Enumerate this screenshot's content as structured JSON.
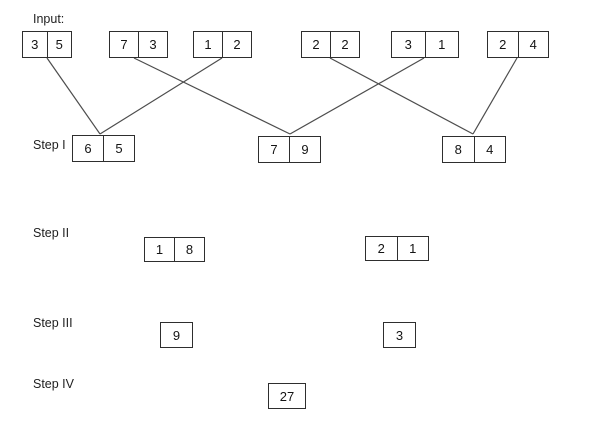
{
  "labels": {
    "input": "Input:",
    "step1": "Step I",
    "step2": "Step II",
    "step3": "Step III",
    "step4": "Step IV"
  },
  "rows": {
    "input": [
      [
        "3",
        "5"
      ],
      [
        "7",
        "3"
      ],
      [
        "1",
        "2"
      ],
      [
        "2",
        "2"
      ],
      [
        "3",
        "1"
      ],
      [
        "2",
        "4"
      ]
    ],
    "step1": [
      [
        "6",
        "5"
      ],
      [
        "7",
        "9"
      ],
      [
        "8",
        "4"
      ]
    ],
    "step2": [
      [
        "1",
        "8"
      ],
      [
        "2",
        "1"
      ]
    ],
    "step3": [
      [
        "9"
      ],
      [
        "3"
      ]
    ],
    "step4": [
      [
        "27"
      ]
    ]
  },
  "connections": [
    {
      "from": "input-box-1",
      "to": "step1-box-1"
    },
    {
      "from": "input-box-3",
      "to": "step1-box-1"
    },
    {
      "from": "input-box-2",
      "to": "step1-box-2"
    },
    {
      "from": "input-box-5",
      "to": "step1-box-2"
    },
    {
      "from": "input-box-4",
      "to": "step1-box-3"
    },
    {
      "from": "input-box-6",
      "to": "step1-box-3"
    }
  ],
  "colors": {
    "background": "#ffffff",
    "box_border": "#2e2e2e",
    "connector_line": "#4d4d4d",
    "text": "#141414"
  }
}
